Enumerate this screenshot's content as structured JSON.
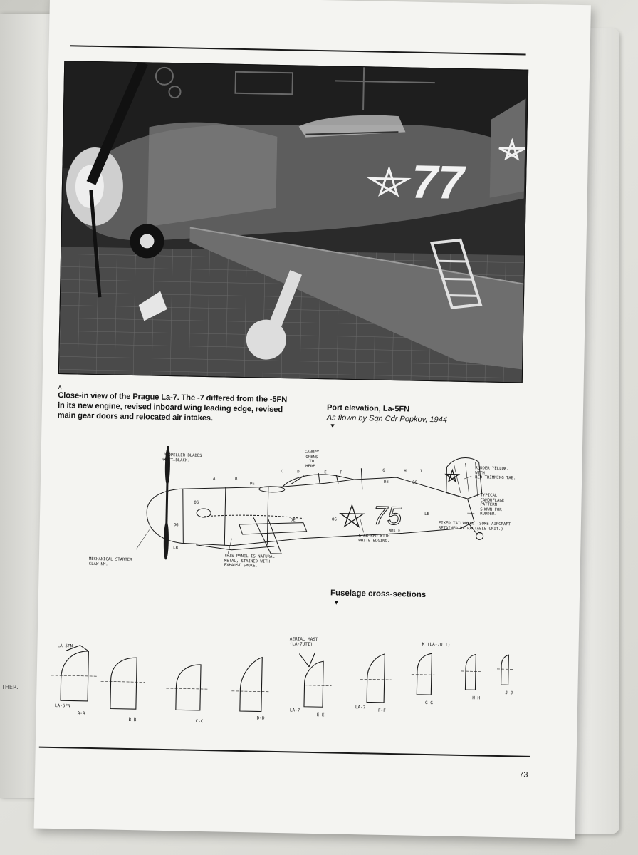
{
  "left_page": {
    "fragment": "THER."
  },
  "caption": {
    "marker": "A",
    "text": "Close-in view of the Prague La-7. The -7 differed from the -5FN in its new engine, revised inboard wing leading edge, revised main gear doors and relocated air intakes."
  },
  "photo": {
    "tail_number": "77"
  },
  "elevation": {
    "title": "Port elevation, La-5FN",
    "subtitle": "As flown by Sqn Cdr Popkov, 1944",
    "aircraft_number": "75",
    "callouts": {
      "propeller": "PROPELLER BLADES\nMATT BLACK.",
      "canopy": "CANOPY\nOPENS\nTO\nHERE.",
      "rudder": "RUDDER YELLOW, WITH\nRED TRIMMING TAB.",
      "camouflage": "TYPICAL CAMOUFLAGE PATTERN\nSHOWN FOR RUDDER.",
      "tailwheel": "FIXED TAILWHEEL (SOME AIRCRAFT\nRETAINED RETRACTABLE UNIT.)",
      "starter": "MECHANICAL STARTER\nCLAW NM.",
      "panel": "THIS PANEL IS NATURAL\nMETAL, STAINED WITH\nEXHAUST SMOKE.",
      "star": "STAR RED WITH\nWHITE EDGING.",
      "white": "WHITE"
    },
    "section_letters": [
      "A",
      "B",
      "C",
      "D",
      "E",
      "F",
      "G",
      "H",
      "J"
    ],
    "colour_codes": {
      "dark_earth": "DE",
      "olive_green": "OG",
      "light_blue": "LB"
    }
  },
  "cross_sections": {
    "title": "Fuselage cross-sections",
    "labels": [
      "A-A",
      "B-B",
      "C-C",
      "D-D",
      "E-E",
      "F-F",
      "G-G",
      "H-H",
      "J-J"
    ],
    "notes": {
      "la5fn_top": "LA-5FN",
      "la5fn_bottom": "LA-5FN",
      "aerial_mast": "AERIAL MAST\n(LA-7UTI)",
      "la7_e": "LA-7",
      "la7_f": "LA-7",
      "k_note": "K (LA-7UTI)"
    }
  },
  "page_number": "73"
}
